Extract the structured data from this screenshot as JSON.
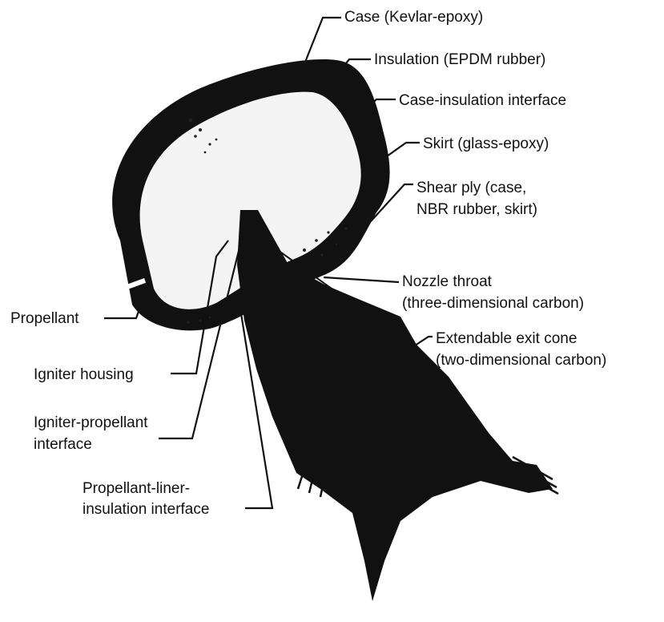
{
  "figure": {
    "labels": {
      "case": [
        "Case (Kevlar-epoxy)"
      ],
      "insulation": [
        "Insulation (EPDM rubber)"
      ],
      "case_insulation_interface": [
        "Case-insulation interface"
      ],
      "skirt": [
        "Skirt (glass-epoxy)"
      ],
      "shear_ply": [
        "Shear ply (case,",
        "NBR rubber, skirt)"
      ],
      "nozzle_throat": [
        "Nozzle throat",
        "(three-dimensional carbon)"
      ],
      "extendable_exit_cone": [
        "Extendable exit cone",
        "(two-dimensional carbon)"
      ],
      "propellant": [
        "Propellant"
      ],
      "igniter_housing": [
        "Igniter housing"
      ],
      "igniter_propellant_interface": [
        "Igniter-propellant",
        "interface"
      ],
      "propellant_liner_insulation_interface": [
        "Propellant-liner-",
        "insulation interface"
      ]
    },
    "colors": {
      "ink": "#111111",
      "background": "#ffffff",
      "propellant_fill": "#f4f4f4"
    }
  }
}
